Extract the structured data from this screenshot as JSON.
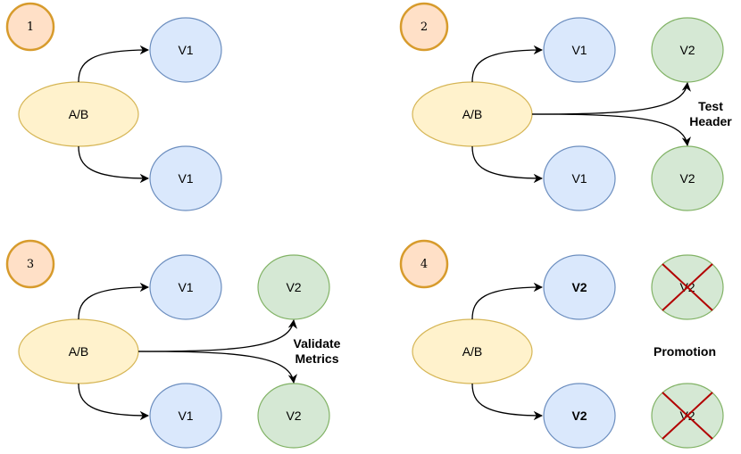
{
  "colors": {
    "badge_fill": "#ffe0c7",
    "badge_stroke": "#d79b2c",
    "ab_fill": "#fff2cc",
    "ab_stroke": "#d6b656",
    "v1_fill": "#dae8fc",
    "v1_stroke": "#6c8ebf",
    "v2_fill": "#d5e8d4",
    "v2_stroke": "#82b366",
    "cross_stroke": "#b20000",
    "edge": "#000000"
  },
  "panels": [
    {
      "step": "1",
      "ab_label": "A/B",
      "top": {
        "label": "V1",
        "kind": "v1",
        "bold": false
      },
      "bottom": {
        "label": "V1",
        "kind": "v1",
        "bold": false
      }
    },
    {
      "step": "2",
      "ab_label": "A/B",
      "top": {
        "label": "V1",
        "kind": "v1",
        "bold": false
      },
      "bottom": {
        "label": "V1",
        "kind": "v1",
        "bold": false
      },
      "right_top": {
        "label": "V2",
        "kind": "v2",
        "crossed": false
      },
      "right_bottom": {
        "label": "V2",
        "kind": "v2",
        "crossed": false
      },
      "edge_label": [
        "Test",
        "Header"
      ]
    },
    {
      "step": "3",
      "ab_label": "A/B",
      "top": {
        "label": "V1",
        "kind": "v1",
        "bold": false
      },
      "bottom": {
        "label": "V1",
        "kind": "v1",
        "bold": false
      },
      "right_top": {
        "label": "V2",
        "kind": "v2",
        "crossed": false
      },
      "right_bottom": {
        "label": "V2",
        "kind": "v2",
        "crossed": false
      },
      "edge_label": [
        "Validate",
        "Metrics"
      ]
    },
    {
      "step": "4",
      "ab_label": "A/B",
      "top": {
        "label": "V2",
        "kind": "v1",
        "bold": true
      },
      "bottom": {
        "label": "V2",
        "kind": "v1",
        "bold": true
      },
      "right_top": {
        "label": "V2",
        "kind": "v2",
        "crossed": true
      },
      "right_bottom": {
        "label": "V2",
        "kind": "v2",
        "crossed": true
      },
      "side_label": "Promotion"
    }
  ]
}
